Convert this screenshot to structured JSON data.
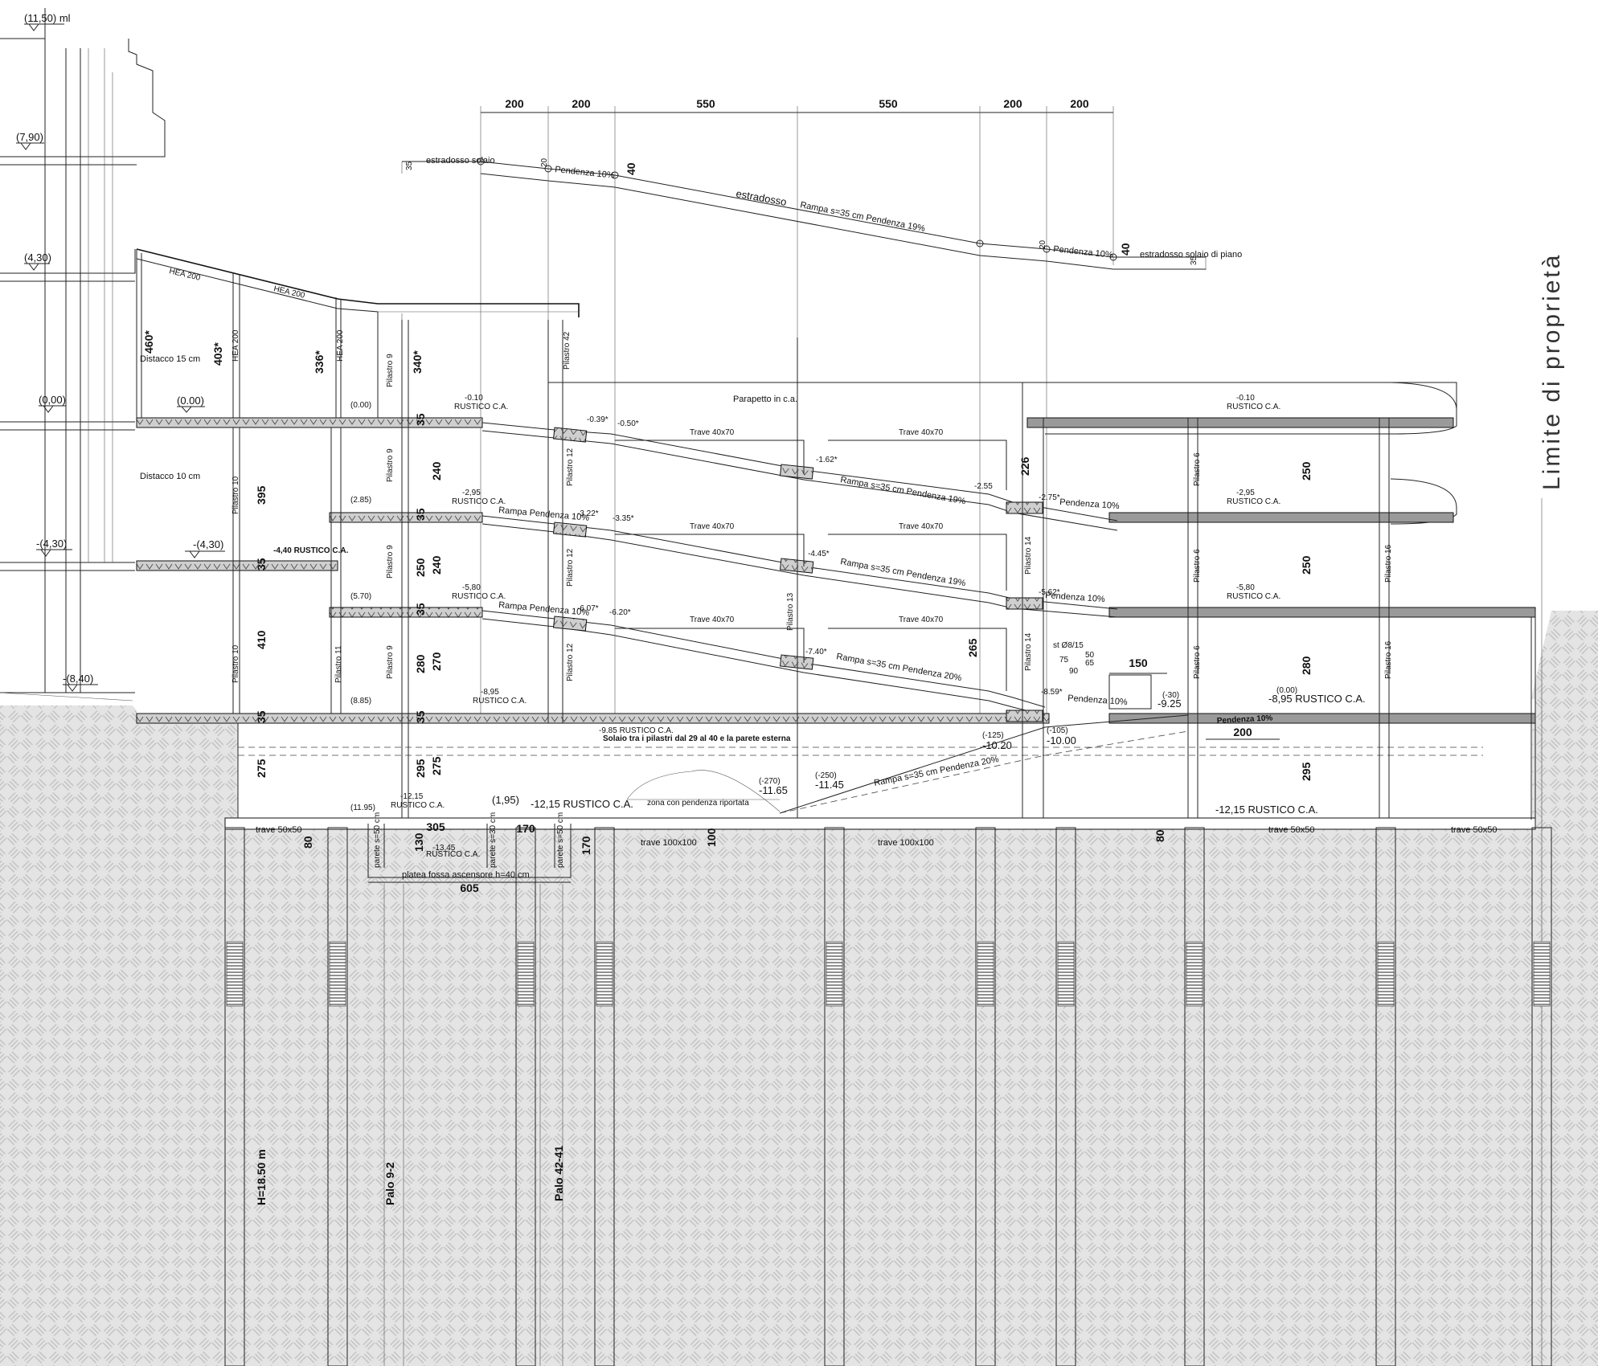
{
  "colors": {
    "line": "#222222",
    "soil": "#d9d9d9",
    "slab": "#9a9a9a",
    "background": "#ffffff"
  },
  "property_limit": "Limite di proprietà",
  "left_levels": [
    "(11,50) ml",
    "(7,90)",
    "(4,30)",
    "(0,00)",
    "-(4,30)",
    "-(8,40)"
  ],
  "top_dims": [
    "200",
    "200",
    "550",
    "550",
    "200",
    "200"
  ],
  "ramp_profile": {
    "estradosso_solaio": "estradosso solaio",
    "pendenza_a": "Pendenza 10%",
    "estradosso": "estradosso",
    "rampa": "Rampa s=35 cm Pendenza 19%",
    "pendenza_b": "Pendenza 10%",
    "estradosso_piano": "estradosso solaio di piano",
    "d35": "35",
    "d40": "40",
    "d20": "20"
  },
  "canopy": {
    "hea1": "HEA 200",
    "hea2": "HEA 200",
    "hea3": "HEA 200",
    "hea4": "HEA 200",
    "d460": "460*",
    "d403": "403*",
    "d336": "336*",
    "d340": "340*",
    "distacco15": "Distacco 15 cm",
    "distacco10": "Distacco 10 cm",
    "lvl000": "(0.00)"
  },
  "pilastri": {
    "p42": "Pilastro 42",
    "p9": "Pilastro 9",
    "p10": "Pilastro 10",
    "p11": "Pilastro 11",
    "p12": "Pilastro 12",
    "p13": "Pilastro 13",
    "p14": "Pilastro 14",
    "p6": "Pilastro 6",
    "p16": "Pilastro 16"
  },
  "floors": {
    "f1_left": "-0.10",
    "f1_left_r": "RUSTICO C.A.",
    "f1_right": "-0.10",
    "f1_right_r": "RUSTICO C.A.",
    "parapetto": "Parapetto in c.a.",
    "f2_left": "-2,95",
    "f2_left_r": "RUSTICO C.A.",
    "f2_right": "-2,95",
    "f2_right_r": "RUSTICO C.A.",
    "f3_left": "-5,80",
    "f3_left_r": "RUSTICO C.A.",
    "f3_right": "-5,80",
    "f3_right_r": "RUSTICO C.A.",
    "f4_left": "-8,95",
    "f4_left_r": "RUSTICO C.A.",
    "f4_right": "(0.00)",
    "f4_right2": "-8,95 RUSTICO C.A.",
    "mid_left": "-4,40 RUSTICO C.A.",
    "mid_lvl": "-(4,30)",
    "b_left": "-12,15",
    "b_left_r": "RUSTICO C.A.",
    "b_lvl": "(1,95)",
    "b_mid": "-12,15 RUSTICO C.A.",
    "b_right": "-12,15 RUSTICO C.A.",
    "small_000": "(0.00)",
    "small_285": "(2.85)",
    "small_570": "(5.70)",
    "small_885": "(8.85)",
    "small_1195": "(11.95)"
  },
  "ramp_levels": {
    "r1a": "-0.39*",
    "r1b": "-0.50*",
    "r1c": "-1.62*",
    "r1d": "-2.55",
    "r1e": "-2.75*",
    "r2a": "-3.22*",
    "r2b": "-3.35*",
    "r2c": "-4.45*",
    "r2d": "-5.62*",
    "r3a": "-6.07*",
    "r3b": "-6.20*",
    "r3c": "-7.40*",
    "r3d": "-8.59*"
  },
  "ramp_labels": {
    "rampa1": "Rampa s=35 cm Pendenza 19%",
    "pend1": "Pendenza 10%",
    "rampa1l": "Rampa Pendenza 10%",
    "rampa2": "Rampa s=35 cm Pendenza 19%",
    "pend2": "Pendenza 10%",
    "rampa2l": "Rampa Pendenza 10%",
    "rampa3": "Rampa s=35 cm Pendenza 20%",
    "pend3": "Pendenza 10%",
    "rampa4": "Rampa s=35 cm Pendenza 20%",
    "pend4": "Pendenza 10%"
  },
  "travi": {
    "t1": "Trave 40x70",
    "t2": "Trave 40x70",
    "t3": "Trave 40x70",
    "t4": "Trave 40x70",
    "t5": "Trave 40x70",
    "t6": "Trave 40x70",
    "tb1": "trave 50x50",
    "tb2": "trave 100x100",
    "tb3": "trave 100x100",
    "tb4": "trave 50x50",
    "tb5": "trave 50x50"
  },
  "vdims": {
    "v395": "395",
    "v410": "410",
    "v275": "275",
    "v35": "35",
    "v240a": "240",
    "v240b": "240",
    "v250a": "250",
    "v280a": "280",
    "v270": "270",
    "v295a": "295",
    "v275b": "275",
    "v226": "226",
    "v265": "265",
    "v250r": "250",
    "v250r2": "250",
    "v280r": "280",
    "v295r": "295",
    "v80a": "80",
    "v130": "130",
    "v170": "170",
    "v100": "100",
    "v80b": "80"
  },
  "hdims": {
    "h305": "305",
    "h170": "170",
    "h605": "605",
    "h150": "150",
    "h200": "200"
  },
  "basement": {
    "solaio_note": "Solaio tra i pilastri dal 29 al 40 e la parete esterna",
    "lvl_985": "-9.85 RUSTICO C.A.",
    "zona": "zona con pendenza riportata",
    "l270": "(-270)",
    "l1165": "-11.65",
    "l250": "(-250)",
    "l1145": "-11.45",
    "l125": "(-125)",
    "l1020": "-10.20",
    "l105": "(-105)",
    "l1000": "-10.00",
    "l30": "(-30)",
    "l925": "-9.25",
    "rampa_b": "Rampa s=35 cm Pendenza 20%",
    "pend_b": "Pendenza 10%",
    "platea": "platea fossa ascensore h=40 cm",
    "parete1": "parete s=50 cm",
    "parete2": "parete s=30 cm",
    "parete3": "parete s=50 cm",
    "fossa_lvl": "-13,45",
    "fossa_r": "RUSTICO C.A.",
    "stirrup": "st Ø8/15",
    "s75": "75",
    "s65": "65",
    "s90": "90",
    "s50": "50"
  },
  "piles": {
    "h": "H=18.50 m",
    "p92": "Palo 9-2",
    "p4241": "Palo 42-41"
  }
}
